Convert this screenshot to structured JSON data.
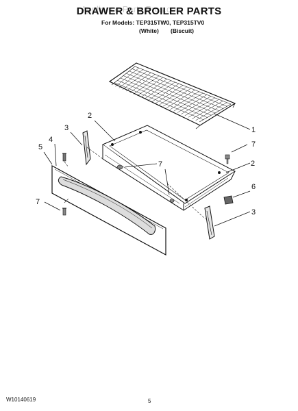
{
  "header": {
    "title": "DRAWER & BROILER PARTS",
    "models_line": "For Models: TEP315TW0, TEP315TV0",
    "color_white": "(White)",
    "color_biscuit": "(Biscuit)",
    "watermark": "Appliance Parts Pros.com"
  },
  "footer": {
    "doc_number": "W10140619",
    "page_number": "5"
  },
  "callouts": {
    "c1": "1",
    "c2a": "2",
    "c2b": "2",
    "c3a": "3",
    "c3b": "3",
    "c4": "4",
    "c5": "5",
    "c6": "6",
    "c7a": "7",
    "c7b": "7",
    "c7c": "7"
  }
}
